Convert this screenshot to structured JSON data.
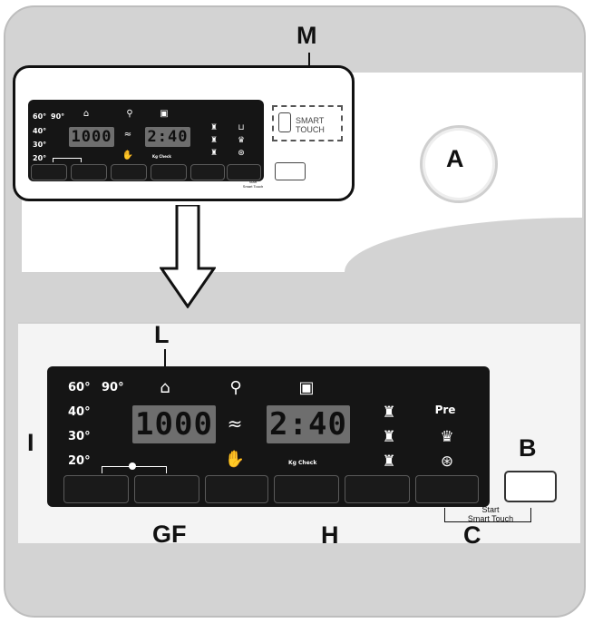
{
  "callouts": {
    "a": "A",
    "b": "B",
    "c": "C",
    "gf": "GF",
    "h": "H",
    "i": "I",
    "l": "L",
    "m": "M"
  },
  "temperatures": {
    "t60": "60°",
    "t90": "90°",
    "t40": "40°",
    "t30": "30°",
    "t20": "20°"
  },
  "display": {
    "speed": "1000",
    "time": "2:40",
    "kg_check": "Kg Check"
  },
  "smart_touch_badge": {
    "line1": "SMART",
    "line2": "TOUCH"
  },
  "start_label": {
    "line1": "Start",
    "line2": "Smart Touch"
  },
  "icons": {
    "lock": "lock-icon",
    "wrench": "wrench-icon",
    "wifi": "wifi-icon",
    "hand": "hand-icon",
    "weight": "weight-icon",
    "shirt": "shirt-icon",
    "prewash": "prewash-icon",
    "prewash_text": "Pre",
    "intensive": "intensive-icon",
    "spin": "spin-icon",
    "arrow": "down-arrow-icon",
    "knob": "program-knob"
  }
}
